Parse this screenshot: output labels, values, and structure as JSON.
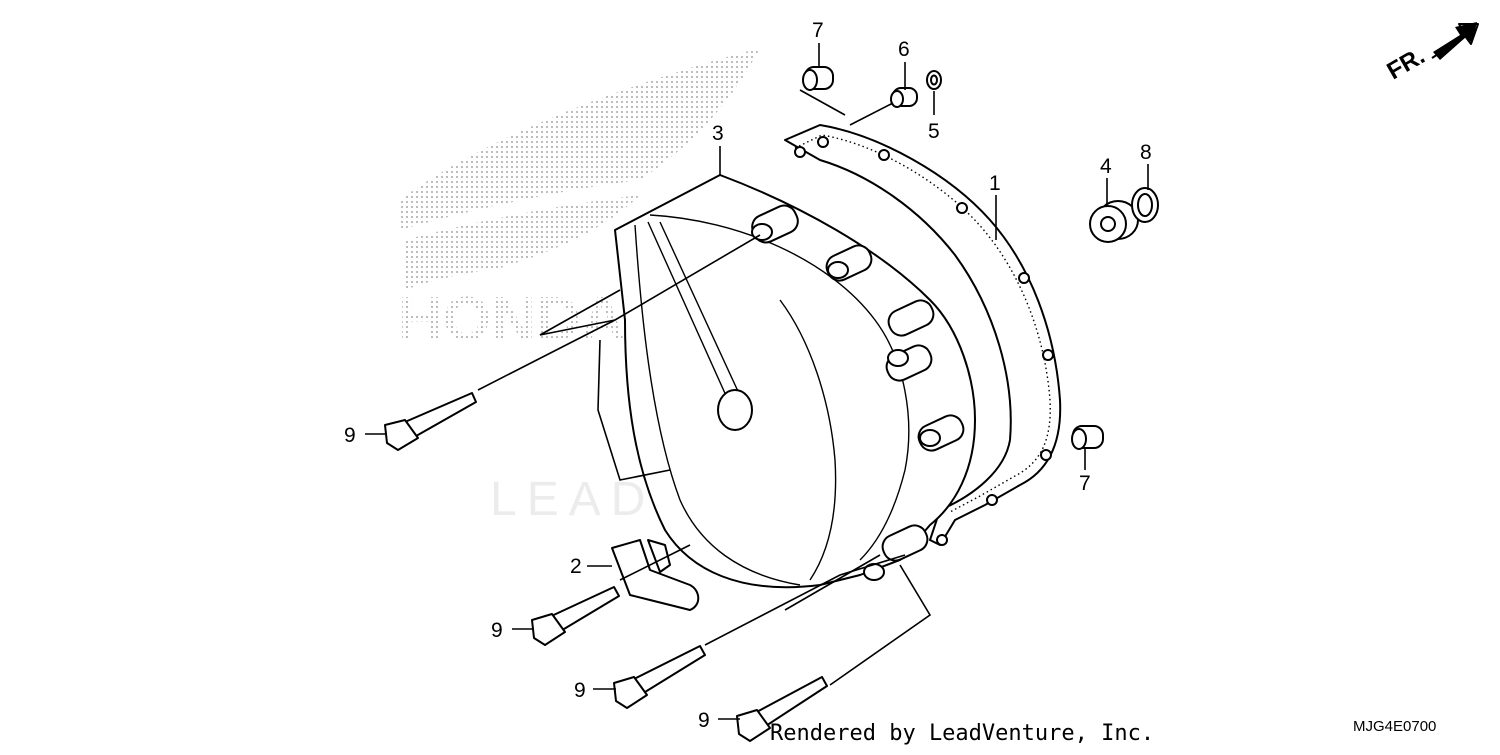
{
  "diagram": {
    "direction_label": "FR.",
    "watermark_brand": "HONDA",
    "watermark_text": "LEADVENTURE",
    "footer_text": "Rendered by LeadVenture, Inc.",
    "diagram_code": "MJG4E0700",
    "callouts": [
      {
        "id": "7",
        "part": "dowel-pin-top"
      },
      {
        "id": "6",
        "part": "dowel-pin-small"
      },
      {
        "id": "5",
        "part": "o-ring"
      },
      {
        "id": "3",
        "part": "cover-mounting"
      },
      {
        "id": "1",
        "part": "gasket"
      },
      {
        "id": "4",
        "part": "bearing"
      },
      {
        "id": "8",
        "part": "snap-ring"
      },
      {
        "id": "9",
        "part": "bolt-left"
      },
      {
        "id": "7",
        "part": "dowel-pin-right"
      },
      {
        "id": "2",
        "part": "clamp"
      },
      {
        "id": "9",
        "part": "bolt-clamp"
      },
      {
        "id": "9",
        "part": "bolt-lower"
      },
      {
        "id": "9",
        "part": "bolt-bottom"
      }
    ]
  }
}
